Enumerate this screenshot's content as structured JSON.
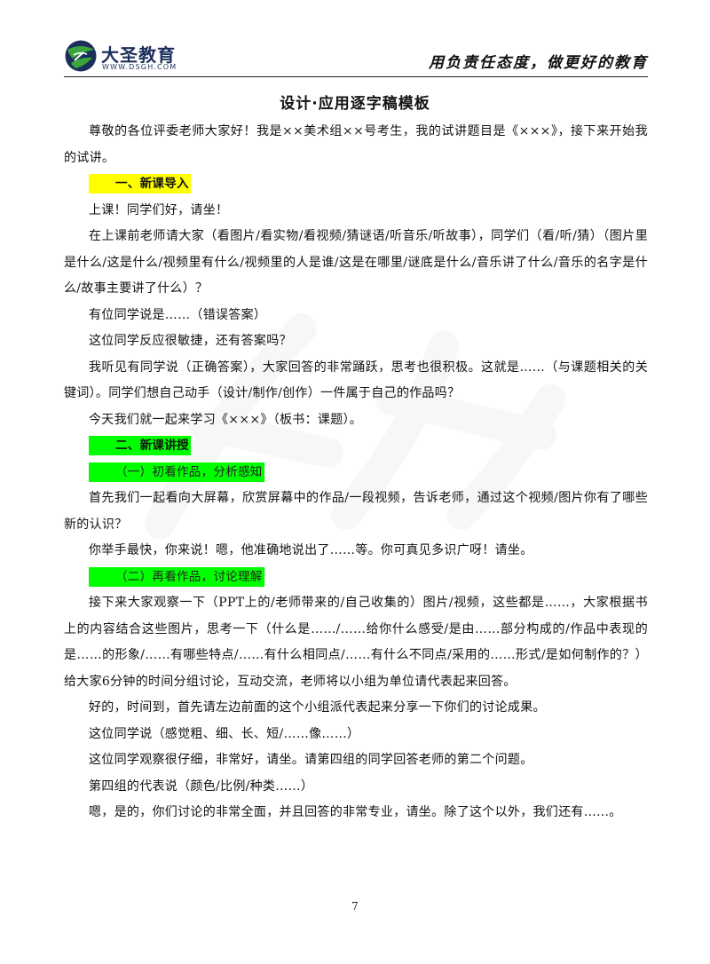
{
  "header": {
    "logo_name": "大圣教育",
    "logo_url": "WWW.DSGH.COM",
    "slogan": "用负责任态度，做更好的教育"
  },
  "title": "设计·应用逐字稿模板",
  "paragraphs": [
    "尊敬的各位评委老师大家好！我是××美术组××号考生，我的试讲题目是《×××》，接下来开始我的试讲。",
    "一、新课导入",
    "上课！同学们好，请坐！",
    "在上课前老师请大家（看图片/看实物/看视频/猜谜语/听音乐/听故事），同学们（看/听/猜）（图片里是什么/这是什么/视频里有什么/视频里的人是谁/这是在哪里/谜底是什么/音乐讲了什么/音乐的名字是什么/故事主要讲了什么）？",
    "有位同学说是……（错误答案）",
    "这位同学反应很敏捷，还有答案吗？",
    "我听见有同学说（正确答案），大家回答的非常踊跃，思考也很积极。这就是……（与课题相关的关键词）。同学们想自己动手（设计/制作/创作）一件属于自己的作品吗？",
    "今天我们就一起来学习《×××》（板书：课题）。",
    "二、新课讲授",
    "（一）初看作品，分析感知",
    "首先我们一起看向大屏幕，欣赏屏幕中的作品/一段视频，告诉老师，通过这个视频/图片你有了哪些新的认识？",
    "你举手最快，你来说！嗯，他准确地说出了……等。你可真见多识广呀！请坐。",
    "（二）再看作品，讨论理解",
    "接下来大家观察一下（PPT上的/老师带来的/自己收集的）图片/视频，这些都是……，大家根据书上的内容结合这些图片，思考一下（什么是……/……给你什么感受/是由……部分构成的/作品中表现的是……的形象/……有哪些特点/……有什么相同点/……有什么不同点/采用的……形式/是如何制作的？）给大家6分钟的时间分组讨论，互动交流，老师将以小组为单位请代表起来回答。",
    "好的，时间到，首先请左边前面的这个小组派代表起来分享一下你们的讨论成果。",
    "这位同学说（感觉粗、细、长、短/……像……）",
    "这位同学观察很仔细，非常好，请坐。请第四组的同学回答老师的第二个问题。",
    "第四组的代表说（颜色/比例/种类……）",
    "嗯，是的，你们讨论的非常全面，并且回答的非常专业，请坐。除了这个以外，我们还有……。"
  ],
  "page_number": "7",
  "colors": {
    "highlight_yellow": "#ffff00",
    "highlight_green": "#00ff00",
    "logo_navy": "#1c2f5c",
    "logo_green": "#3aa53a"
  }
}
